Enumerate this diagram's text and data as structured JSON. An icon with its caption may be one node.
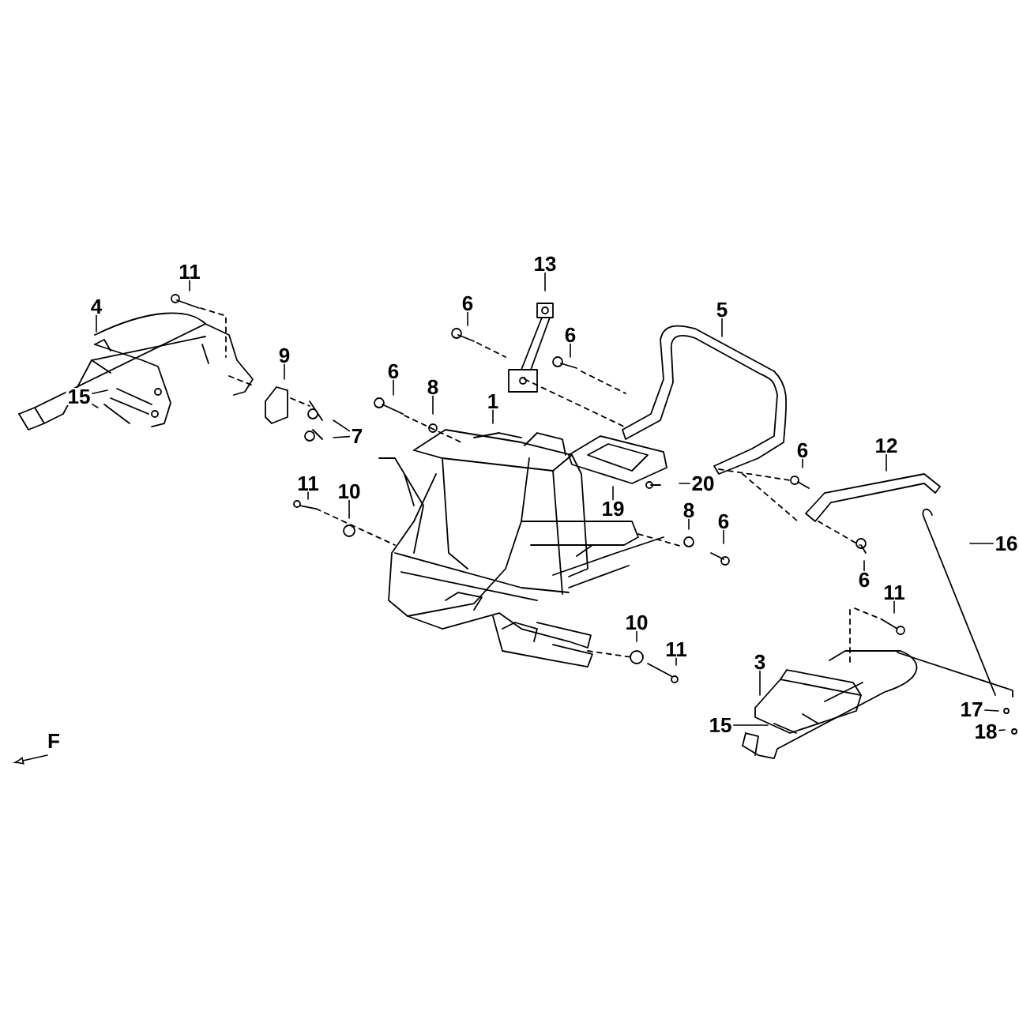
{
  "diagram": {
    "nodes": [
      {
        "text": [
          "11"
        ]
      },
      {
        "text": [
          "13"
        ]
      },
      {
        "text": [
          "6"
        ]
      },
      {
        "text": [
          "5"
        ]
      },
      {
        "text": [
          "4"
        ]
      },
      {
        "text": [
          "6"
        ]
      },
      {
        "text": [
          "9"
        ]
      },
      {
        "text": [
          "6"
        ]
      },
      {
        "text": [
          "8"
        ]
      },
      {
        "text": [
          "15"
        ]
      },
      {
        "text": [
          "1"
        ]
      },
      {
        "text": [
          "7"
        ]
      },
      {
        "text": [
          "12"
        ]
      },
      {
        "text": [
          "6"
        ]
      },
      {
        "text": [
          "20"
        ]
      },
      {
        "text": [
          "11"
        ]
      },
      {
        "text": [
          "10"
        ]
      },
      {
        "text": [
          "19"
        ]
      },
      {
        "text": [
          "8"
        ]
      },
      {
        "text": [
          "6"
        ]
      },
      {
        "text": [
          "16"
        ]
      },
      {
        "text": [
          "6"
        ]
      },
      {
        "text": [
          "11"
        ]
      },
      {
        "text": [
          "10"
        ]
      },
      {
        "text": [
          "11"
        ]
      },
      {
        "text": [
          "3"
        ]
      },
      {
        "text": [
          "17"
        ]
      },
      {
        "text": [
          "15"
        ]
      },
      {
        "text": [
          "18"
        ]
      }
    ],
    "edges": [
      {
        "from": 0,
        "to": null,
        "arrow": "none"
      },
      {
        "from": 1,
        "to": null,
        "arrow": "none"
      },
      {
        "from": 2,
        "to": null,
        "arrow": "none"
      },
      {
        "from": 3,
        "to": null,
        "arrow": "none"
      },
      {
        "from": 4,
        "to": null,
        "arrow": "none"
      },
      {
        "from": 5,
        "to": null,
        "arrow": "none"
      },
      {
        "from": 6,
        "to": null,
        "arrow": "none"
      },
      {
        "from": 7,
        "to": null,
        "arrow": "none"
      },
      {
        "from": 8,
        "to": null,
        "arrow": "none"
      },
      {
        "from": 9,
        "to": null,
        "arrow": "none"
      },
      {
        "from": 9,
        "to": null,
        "arrow": "none"
      },
      {
        "from": 10,
        "to": null,
        "arrow": "none"
      },
      {
        "from": 11,
        "to": null,
        "arrow": "none"
      },
      {
        "from": 11,
        "to": null,
        "arrow": "none"
      },
      {
        "from": 12,
        "to": null,
        "arrow": "none"
      },
      {
        "from": 13,
        "to": null,
        "arrow": "none"
      },
      {
        "from": 14,
        "to": null,
        "arrow": "none"
      },
      {
        "from": 15,
        "to": null,
        "arrow": "none"
      },
      {
        "from": 16,
        "to": null,
        "arrow": "none"
      },
      {
        "from": 17,
        "to": null,
        "arrow": "none"
      },
      {
        "from": 18,
        "to": null,
        "arrow": "none"
      },
      {
        "from": 19,
        "to": null,
        "arrow": "none"
      },
      {
        "from": 20,
        "to": null,
        "arrow": "none"
      },
      {
        "from": 21,
        "to": null,
        "arrow": "none"
      },
      {
        "from": 22,
        "to": null,
        "arrow": "none"
      },
      {
        "from": 23,
        "to": null,
        "arrow": "none"
      },
      {
        "from": 24,
        "to": null,
        "arrow": "none"
      },
      {
        "from": 25,
        "to": null,
        "arrow": "none"
      },
      {
        "from": 26,
        "to": null,
        "arrow": "none"
      },
      {
        "from": 27,
        "to": null,
        "arrow": "none"
      },
      {
        "from": 28,
        "to": null,
        "arrow": "none"
      }
    ],
    "labels": [
      "F"
    ]
  }
}
